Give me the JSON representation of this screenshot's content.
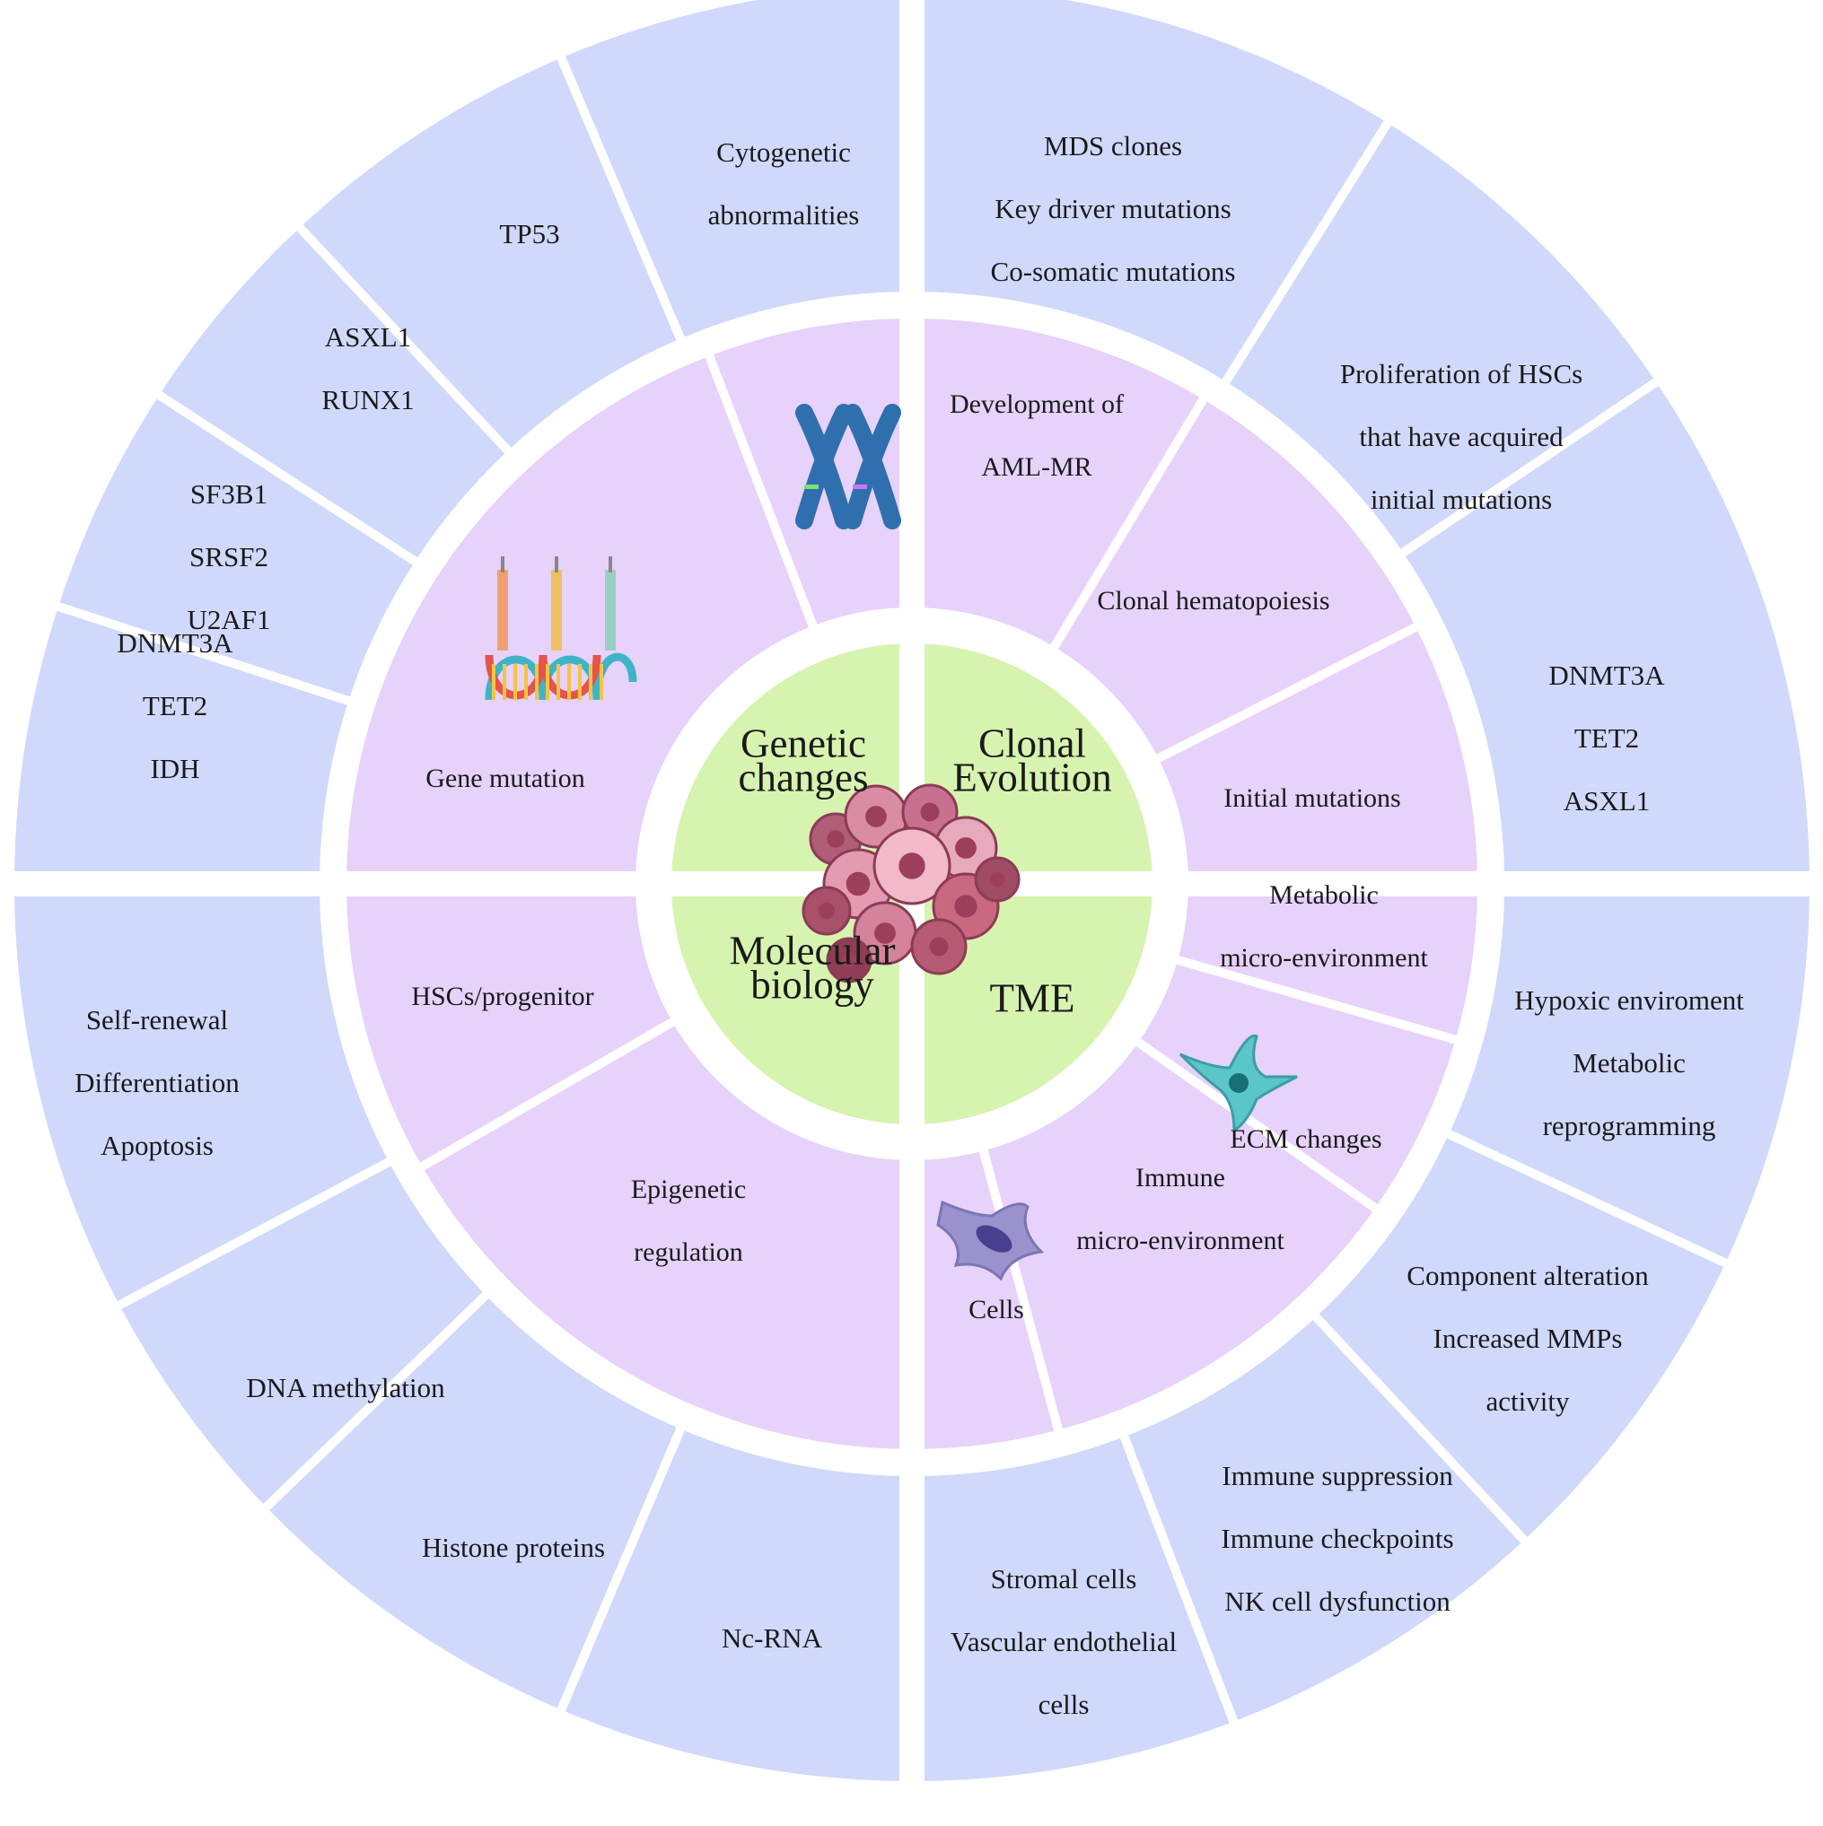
{
  "colors": {
    "outer_ring": "#d0d9fb",
    "middle_ring": "#e6d2fb",
    "core": "#d7f3b0",
    "separator": "#ffffff"
  },
  "core": [
    {
      "lines": [
        "Genetic",
        "changes"
      ]
    },
    {
      "lines": [
        "Clonal",
        "Evolution"
      ]
    },
    {
      "lines": [
        "Molecular",
        "biology"
      ]
    },
    {
      "lines": [
        "TME"
      ]
    }
  ],
  "middle": [
    {
      "lines": [
        "Gene mutation"
      ],
      "icon": "dna-syringe-icon"
    },
    {
      "lines": [],
      "icon": "chromosome-icon"
    },
    {
      "lines": [
        "Development of",
        "AML-MR"
      ]
    },
    {
      "lines": [
        "Clonal hematopoiesis"
      ]
    },
    {
      "lines": [
        "Initial mutations"
      ]
    },
    {
      "lines": [
        "Metabolic",
        "micro-environment"
      ]
    },
    {
      "lines": [
        "ECM changes"
      ],
      "icon": "fibroblast-icon"
    },
    {
      "lines": [
        "Immune",
        "micro-environment"
      ]
    },
    {
      "lines": [
        "Cells"
      ],
      "icon": "cell-icon"
    },
    {
      "lines": [
        "Epigenetic",
        "regulation"
      ]
    },
    {
      "lines": [
        "HSCs/progenitor"
      ]
    }
  ],
  "outer": [
    {
      "lines": [
        "DNMT3A",
        "TET2",
        "IDH"
      ]
    },
    {
      "lines": [
        "SF3B1",
        "SRSF2",
        "U2AF1"
      ]
    },
    {
      "lines": [
        "ASXL1",
        "RUNX1"
      ]
    },
    {
      "lines": [
        "TP53"
      ]
    },
    {
      "lines": [
        "Cytogenetic",
        "abnormalities"
      ]
    },
    {
      "lines": [
        "MDS clones",
        "Key driver mutations",
        "Co-somatic mutations"
      ]
    },
    {
      "lines": [
        "Proliferation of HSCs",
        "that have acquired",
        "initial mutations"
      ]
    },
    {
      "lines": [
        "DNMT3A",
        "TET2",
        "ASXL1"
      ]
    },
    {
      "lines": [
        "Hypoxic enviroment",
        "Metabolic",
        "reprogramming"
      ]
    },
    {
      "lines": [
        "Component alteration",
        "Increased MMPs",
        "activity"
      ]
    },
    {
      "lines": [
        "Immune suppression",
        "Immune checkpoints",
        "NK cell dysfunction"
      ]
    },
    {
      "lines": [
        "Stromal cells",
        "Vascular endothelial",
        "cells"
      ]
    },
    {
      "lines": [
        "Nc-RNA"
      ]
    },
    {
      "lines": [
        "Histone proteins"
      ]
    },
    {
      "lines": [
        "DNA methylation"
      ]
    },
    {
      "lines": [
        "Self-renewal",
        "Differentiation",
        "Apoptosis"
      ]
    }
  ],
  "center_icon": "tumor-cell-cluster-icon"
}
